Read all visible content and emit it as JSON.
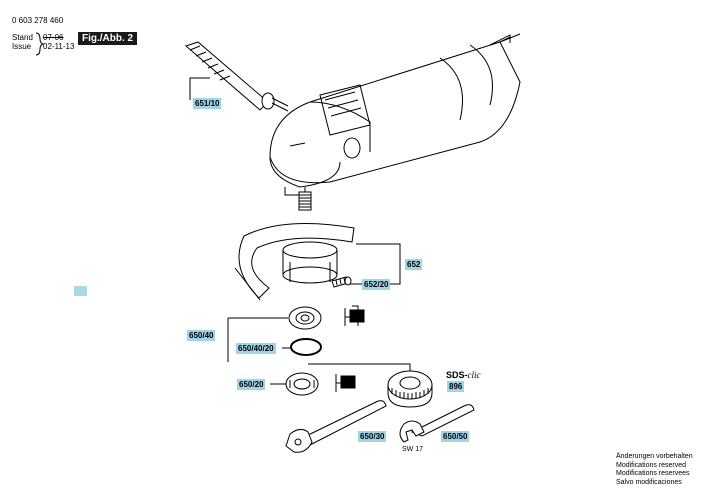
{
  "header": {
    "doc_number": "0 603 278 460",
    "stand_label": "Stand",
    "issue_label": "Issue",
    "stand_value": "07-06",
    "issue_value": "02-11-13",
    "figure_label": "Fig./Abb. 2"
  },
  "labels": {
    "handle": "651/10",
    "guard": "652",
    "guard_screw": "652/20",
    "flange_set": "650/40",
    "o_ring": "650/40/20",
    "clamp_nut": "650/20",
    "sds_brand": "SDS-",
    "sds_suffix": "clic",
    "sds_nut": "896",
    "spanner_pin": "650/30",
    "spanner_open": "650/50",
    "spanner_size": "SW 17"
  },
  "notes": [
    "Änderungen vorbehalten",
    "Modifications reserved",
    "Modifications reservees",
    "Salvo modificaciones"
  ],
  "colors": {
    "label_bg": "#9fd4e8",
    "marker": "#a8d8ea"
  }
}
